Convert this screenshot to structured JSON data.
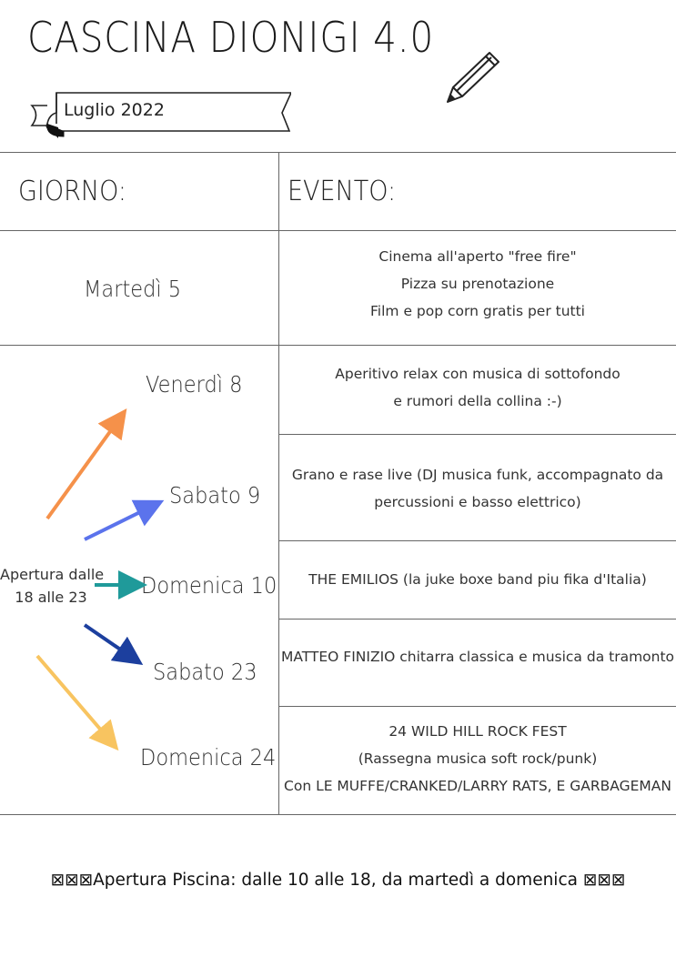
{
  "header": {
    "title": "CASCINA DIONIGI 4.0",
    "month": "Luglio 2022"
  },
  "table": {
    "col_day": "GIORNO:",
    "col_event": "EVENTO:",
    "rows": [
      {
        "day": "Martedì 5",
        "event": [
          "Cinema all'aperto \"free fire\"",
          "Pizza su prenotazione",
          "Film e pop corn gratis per tutti"
        ]
      },
      {
        "day": "Venerdì 8",
        "event": [
          "Aperitivo relax con musica di sottofondo",
          "e rumori della collina :-)"
        ]
      },
      {
        "day": "Sabato 9",
        "event": [
          "Grano e rase live (DJ musica funk, accompagnato da",
          "percussioni e basso elettrico)"
        ]
      },
      {
        "day": "Domenica 10",
        "event": [
          "THE EMILIOS (la juke boxe band piu fika d'Italia)"
        ]
      },
      {
        "day": "Sabato 23",
        "event": [
          "MATTEO FINIZIO chitarra classica e musica da tramonto"
        ]
      },
      {
        "day": "Domenica 24",
        "event": [
          "24 WILD HILL ROCK FEST",
          "(Rassegna musica soft rock/punk)",
          "Con LE MUFFE/CRANKED/LARRY RATS, E GARBAGEMAN"
        ]
      }
    ],
    "opening_note": [
      "Apertura dalle",
      "18 alle 23"
    ]
  },
  "footer": {
    "pool_text": "⊠⊠⊠Apertura Piscina: dalle 10 alle 18, da martedì a domenica ⊠⊠⊠"
  },
  "colors": {
    "arrow_orange": "#f5914a",
    "arrow_blue": "#5b73ec",
    "arrow_teal": "#1f9a9a",
    "arrow_navy": "#1c3f9e",
    "arrow_yellow": "#f8c460"
  }
}
